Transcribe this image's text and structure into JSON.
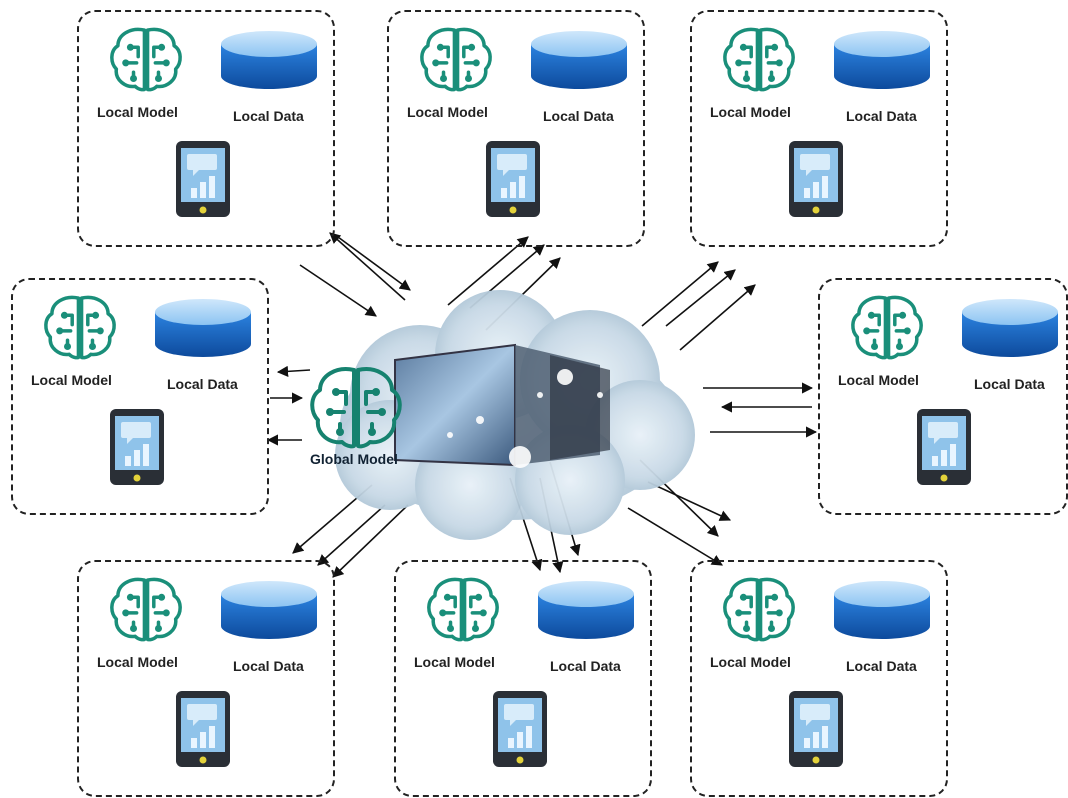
{
  "global": {
    "label": "Global Model"
  },
  "clients": [
    {
      "id": "client-1",
      "model_label": "Local Model",
      "data_label": "Local Data"
    },
    {
      "id": "client-2",
      "model_label": "Local Model",
      "data_label": "Local Data"
    },
    {
      "id": "client-3",
      "model_label": "Local Model",
      "data_label": "Local Data"
    },
    {
      "id": "client-4",
      "model_label": "Local Model",
      "data_label": "Local Data"
    },
    {
      "id": "client-5",
      "model_label": "Local Model",
      "data_label": "Local Data"
    },
    {
      "id": "client-6",
      "model_label": "Local Model",
      "data_label": "Local Data"
    },
    {
      "id": "client-7",
      "model_label": "Local Model",
      "data_label": "Local Data"
    },
    {
      "id": "client-8",
      "model_label": "Local Model",
      "data_label": "Local Data"
    }
  ],
  "colors": {
    "brain": "#1a8f7a",
    "database": "#1f6fd0",
    "phone_body": "#2a2f36",
    "phone_screen": "#8fc3ea",
    "border": "#222222"
  }
}
